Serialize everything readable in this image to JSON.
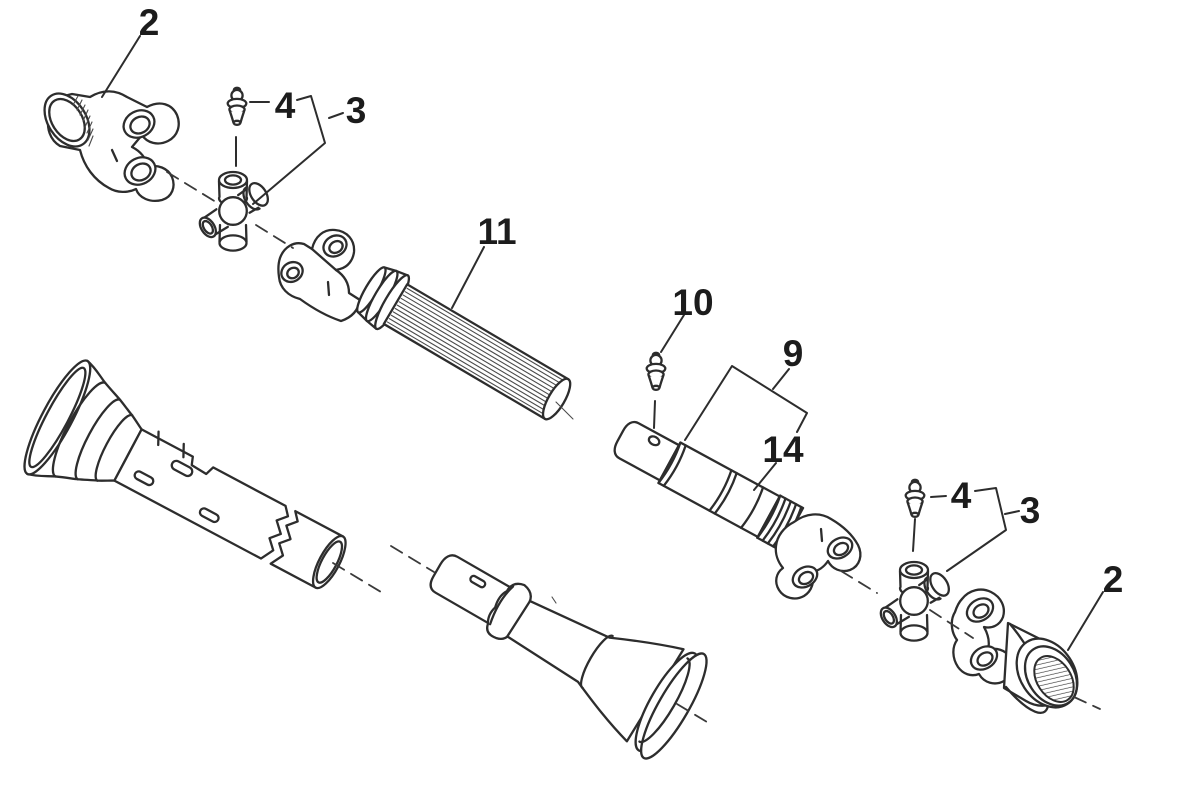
{
  "figure": {
    "background_color": "#ffffff",
    "line_color": "#2d2d2d",
    "callouts": [
      {
        "part": "2"
      },
      {
        "part": "4"
      },
      {
        "part": "3"
      },
      {
        "part": "11"
      },
      {
        "part": "10"
      },
      {
        "part": "9"
      },
      {
        "part": "14"
      },
      {
        "part": "4"
      },
      {
        "part": "3"
      },
      {
        "part": "2"
      }
    ]
  }
}
